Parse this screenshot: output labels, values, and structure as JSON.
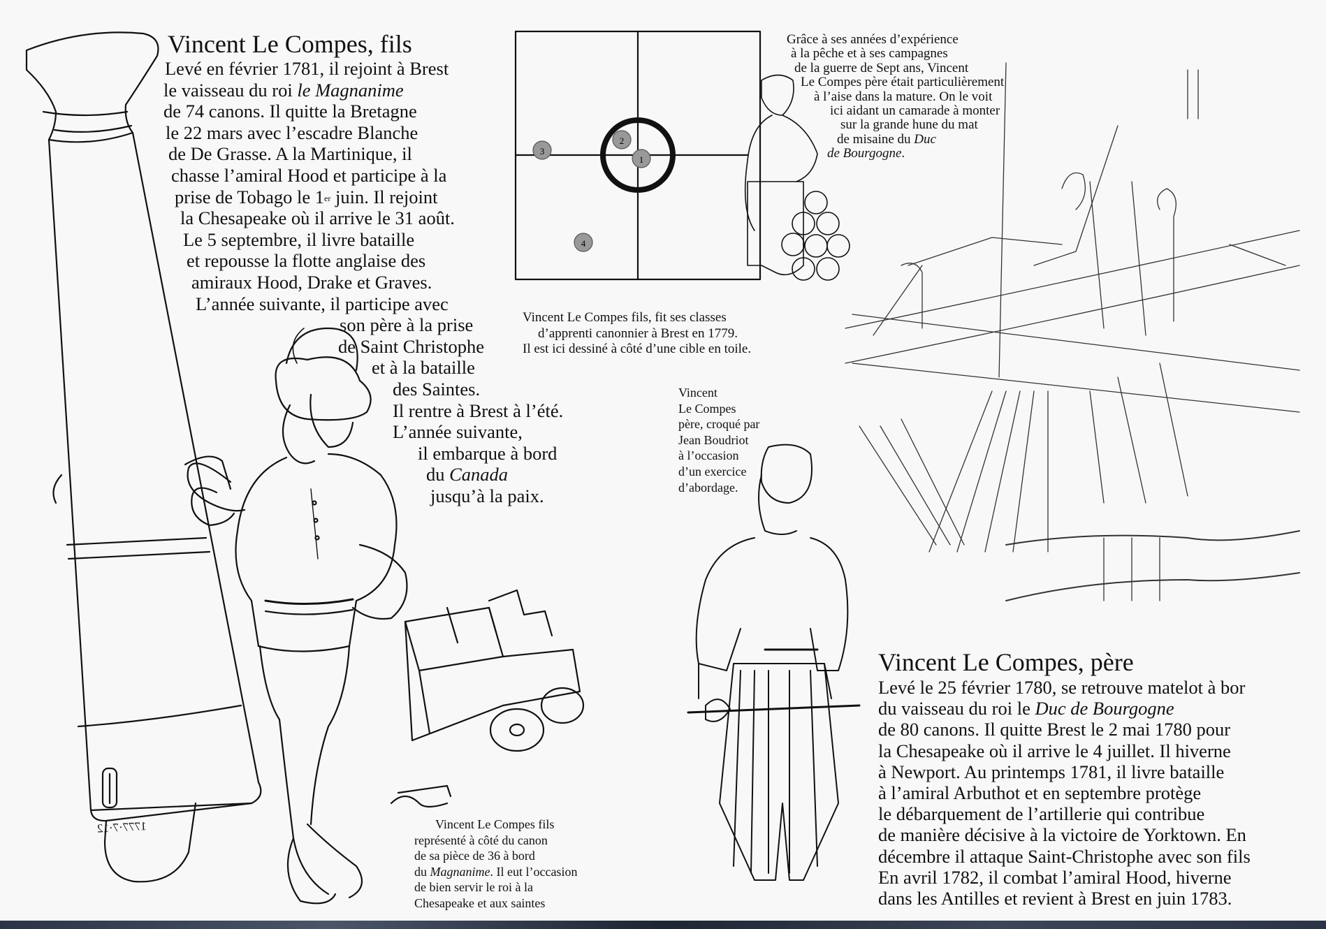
{
  "fils": {
    "title": "Vincent Le Compes, fils",
    "lines": [
      {
        "text": "Levé en février 1781, il rejoint à Brest"
      },
      {
        "before": "le vaisseau du roi ",
        "italic": "le Magnanime",
        "after": ""
      },
      {
        "text": "de 74 canons. Il quitte la Bretagne"
      },
      {
        "text": "le 22 mars avec l’escadre Blanche"
      },
      {
        "text": "de De Grasse. A la Martinique, il"
      },
      {
        "text": "chasse l’amiral Hood et participe à la"
      },
      {
        "before": "prise de Tobago le 1",
        "sup": "er",
        "after": " juin. Il rejoint"
      },
      {
        "text": "la Chesapeake où il arrive le 31 août."
      },
      {
        "text": "Le 5 septembre, il livre bataille"
      },
      {
        "text": "et repousse la flotte anglaise des"
      },
      {
        "text": "amiraux Hood, Drake et Graves."
      },
      {
        "text": "L’année suivante, il participe avec"
      },
      {
        "text": "son père à la prise"
      },
      {
        "text": "de Saint Christophe"
      },
      {
        "text": "et à la bataille"
      },
      {
        "text": "des Saintes."
      },
      {
        "text": "Il rentre à Brest à l’été."
      },
      {
        "text": "L’année suivante,"
      },
      {
        "text": "il embarque à bord"
      },
      {
        "before": "du ",
        "italic": "Canada",
        "after": ""
      },
      {
        "text": "jusqu’à la paix."
      }
    ]
  },
  "target_caption": {
    "lines": [
      "Vincent Le Compes fils, fit ses classes",
      "d’apprenti canonnier à Brest en 1779.",
      "Il est ici dessiné à côté d’une cible en toile."
    ]
  },
  "target_marks": [
    "1",
    "2",
    "3",
    "4"
  ],
  "rigging_caption": {
    "lines": [
      {
        "text": "Grâce à ses années d’expérience"
      },
      {
        "text": "à la pêche et à ses campagnes"
      },
      {
        "text": "de la guerre de Sept ans, Vincent"
      },
      {
        "text": "Le Compes père était particulièrement"
      },
      {
        "text": "à l’aise dans la mature. On le voit"
      },
      {
        "text": "ici aidant un camarade à monter"
      },
      {
        "text": "sur la grande hune du mat"
      },
      {
        "before": "de misaine du ",
        "italic": "Duc",
        "after": ""
      },
      {
        "before": "",
        "italic": "de Bourgogne",
        "after": "."
      }
    ]
  },
  "pere_sketch_caption": {
    "lines": [
      "Vincent",
      "Le Compes",
      "père, croqué par",
      "Jean Boudriot",
      "à l’occasion",
      "d’un exercice",
      "d’abordage."
    ]
  },
  "cannon_caption": {
    "lines": [
      {
        "text": "Vincent Le Compes fils"
      },
      {
        "text": "représenté à côté du canon"
      },
      {
        "text": "de sa pièce de 36 à bord"
      },
      {
        "before": "du ",
        "italic": "Magnanime",
        "after": ". Il eut l’occasion"
      },
      {
        "text": "de bien servir le roi à la"
      },
      {
        "text": "Chesapeake et aux saintes"
      }
    ]
  },
  "cannon_inscription": "1777·7·12",
  "pere": {
    "title": "Vincent Le Compes, père",
    "lines": [
      {
        "text": "Levé le 25 février 1780, se retrouve matelot à bor"
      },
      {
        "before": "du vaisseau du roi le ",
        "italic": "Duc de Bourgogne",
        "after": ""
      },
      {
        "text": "de 80 canons. Il quitte Brest le 2 mai 1780 pour"
      },
      {
        "text": "la Chesapeake où il arrive le 4 juillet. Il hiverne"
      },
      {
        "text": "à Newport. Au printemps 1781, il livre bataille"
      },
      {
        "text": "à l’amiral Arbuthot et en septembre protège"
      },
      {
        "text": "le débarquement de l’artillerie qui contribue"
      },
      {
        "text": "de manière décisive à la victoire de Yorktown. En"
      },
      {
        "text": "décembre il attaque Saint-Christophe avec son fils"
      },
      {
        "text": "En avril 1782, il combat l’amiral Hood, hiverne"
      },
      {
        "text": "dans les Antilles et revient à Brest en juin 1783."
      }
    ]
  },
  "colors": {
    "ink": "#111111",
    "paper": "#f8f8f8",
    "shot": "#999999"
  }
}
